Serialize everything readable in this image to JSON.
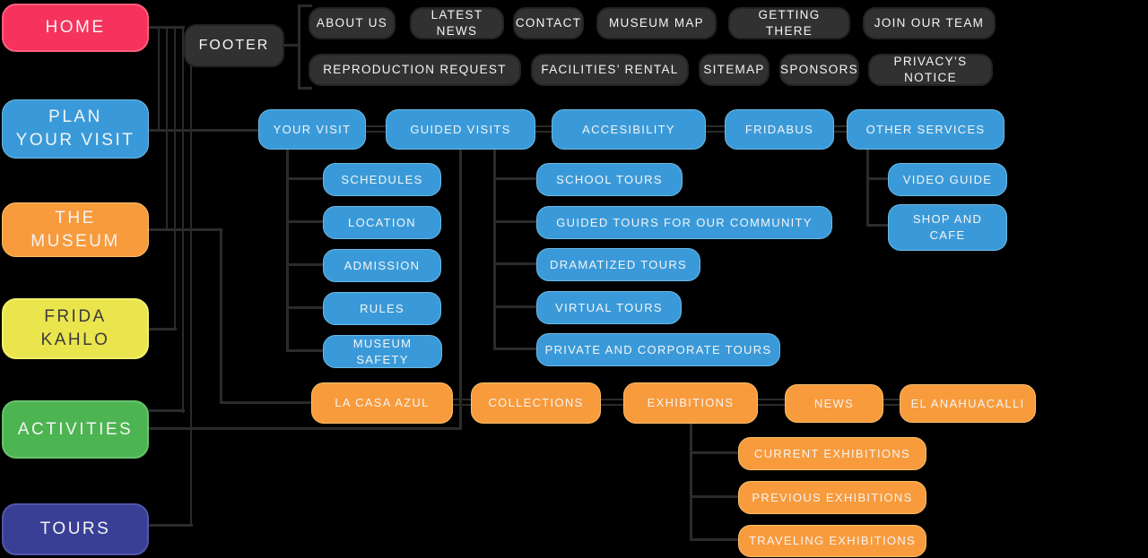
{
  "colors": {
    "background": "#000000",
    "line": "#2B2B2B",
    "pink": "#F5335C",
    "blue": "#3A9AD9",
    "orange": "#F89B3C",
    "yellow": "#EAE54D",
    "green": "#4CB451",
    "navy": "#3A3F96",
    "dark_gray": "#313131"
  },
  "main_nav": {
    "home": "HOME",
    "plan_your_visit": "PLAN\nYOUR VISIT",
    "the_museum": "THE MUSEUM",
    "frida_kahlo": "FRIDA\nKAHLO",
    "activities": "ACTIVITIES",
    "tours": "TOURS"
  },
  "footer": {
    "label": "FOOTER",
    "row1": [
      "ABOUT US",
      "LATEST NEWS",
      "CONTACT",
      "MUSEUM MAP",
      "GETTING THERE",
      "JOIN OUR TEAM"
    ],
    "row2": [
      "REPRODUCTION REQUEST",
      "FACILITIES’ RENTAL",
      "SITEMAP",
      "SPONSORS",
      "PRIVACY’S NOTICE"
    ]
  },
  "visit_section": {
    "your_visit": "YOUR VISIT",
    "guided_visits": "GUIDED VISITS",
    "accesibility": "ACCESIBILITY",
    "fridabus": "FRIDABUS",
    "other_services": "OTHER SERVICES",
    "your_visit_children": [
      "SCHEDULES",
      "LOCATION",
      "ADMISSION",
      "RULES",
      "MUSEUM SAFETY"
    ],
    "guided_visits_children": [
      "SCHOOL TOURS",
      "GUIDED TOURS FOR OUR COMMUNITY",
      "DRAMATIZED TOURS",
      "VIRTUAL TOURS",
      "PRIVATE AND CORPORATE TOURS"
    ],
    "other_services_children": [
      "VIDEO GUIDE",
      "SHOP AND CAFE"
    ]
  },
  "museum_section": {
    "row": [
      "LA CASA AZUL",
      "COLLECTIONS",
      "EXHIBITIONS",
      "NEWS",
      "EL ANAHUACALLI"
    ],
    "exhibitions_children": [
      "CURRENT EXHIBITIONS",
      "PREVIOUS EXHIBITIONS",
      "TRAVELING EXHIBITIONS"
    ]
  }
}
